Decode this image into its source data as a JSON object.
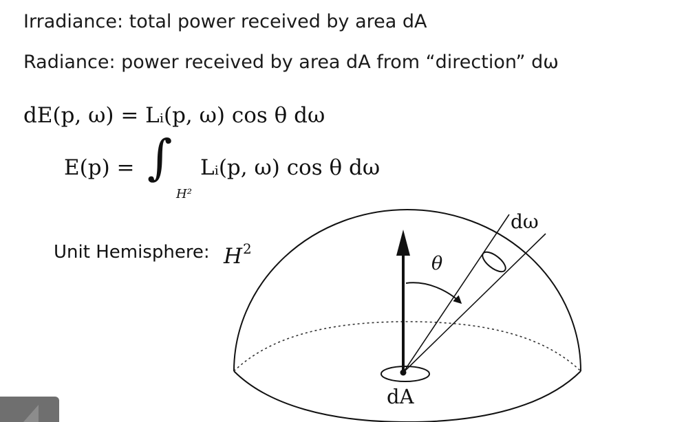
{
  "text": {
    "irradiance": "Irradiance: total power received by area dA",
    "radiance": "Radiance: power received by area dA from “direction” dω"
  },
  "equations": {
    "eq1": "dE(p, ω) = Lᵢ(p, ω) cos θ dω",
    "eq2_left": "E(p) =",
    "eq2_integral": "∫",
    "eq2_subscript": "H²",
    "eq2_right": "Lᵢ(p, ω) cos θ dω"
  },
  "diagram": {
    "hemisphere_label": "Unit Hemisphere:",
    "hemisphere_symbol": "H",
    "hemisphere_power": "2",
    "theta": "θ",
    "solid_angle": "dω",
    "area": "dA"
  },
  "colors": {
    "text": "#111111",
    "line": "#111111",
    "background": "#ffffff",
    "corner_block": "#6f6f6f"
  }
}
